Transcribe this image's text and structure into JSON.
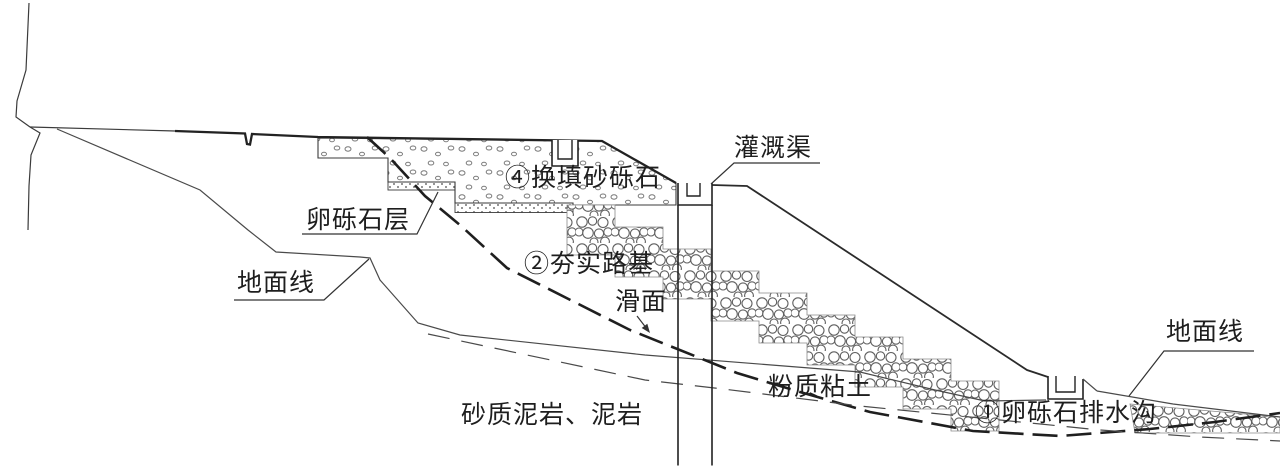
{
  "diagram": {
    "type": "engineering-cross-section",
    "labels": {
      "irrigation_channel": "灌溉渠",
      "replacement_gravel": "④换填砂砾石",
      "pebble_gravel_layer": "卵砾石层",
      "ground_line_left": "地面线",
      "compacted_subgrade": "②夯实路基",
      "sliding_surface": "滑面",
      "silty_clay": "粉质粘土",
      "sandy_mudstone": "砂质泥岩、泥岩",
      "pebble_drain_ditch": "①卵砾石排水沟",
      "ground_line_right": "地面线"
    },
    "colors": {
      "background": "#ffffff",
      "line": "#2b2b2b",
      "thin_line": "#4a4a4a",
      "pattern": "#777777"
    },
    "line_styles": {
      "slip_surface": "heavy long-dash",
      "stratum_boundary": "thin long-dash",
      "ground": "thin solid",
      "road_surface": "bold solid"
    }
  }
}
